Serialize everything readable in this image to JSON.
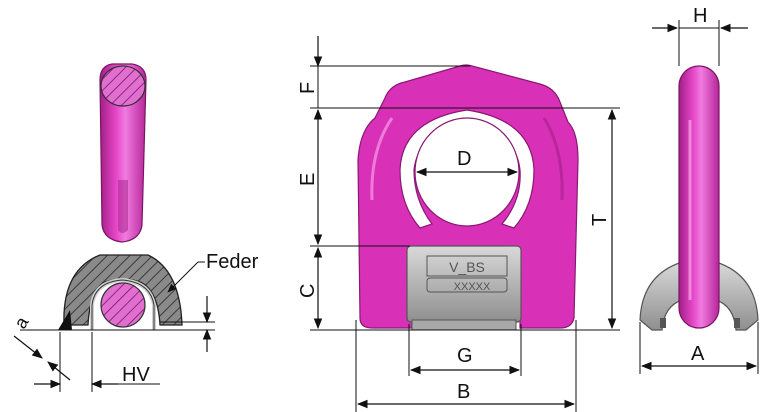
{
  "labels": {
    "F": "F",
    "E": "E",
    "C": "C",
    "D": "D",
    "T": "T",
    "G": "G",
    "B": "B",
    "H": "H",
    "A": "A",
    "HV": "HV",
    "a": "a",
    "feder": "Feder"
  },
  "block_marking": {
    "brand": "V_BS",
    "code": "XXXXX"
  },
  "colors": {
    "ring_magenta": "#d930b8",
    "ring_shadow": "#a01f86",
    "ring_highlight": "#f07be0",
    "block_gray": "#b9b9b9",
    "block_dark": "#7f7f7f"
  }
}
